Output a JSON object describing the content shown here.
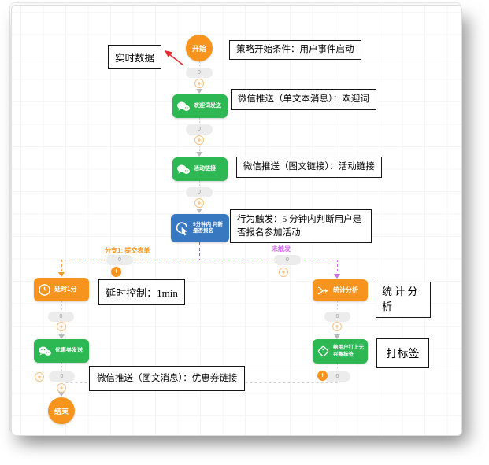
{
  "annotations": {
    "realtime": "实时数据",
    "start_condition": "策略开始条件：用户事件启动",
    "push_text": "微信推送（单文本消息）：欢迎词",
    "push_link": "微信推送（图文链接）：活动链接",
    "behavior": "行为触发：5 分钟内判断用户是否报名参加活动",
    "delay": "延时控制：1min",
    "stat": "统 计 分 析",
    "tag": "打标签",
    "push_coupon": "微信推送（图文消息）：优惠券链接"
  },
  "nodes": {
    "start": "开始",
    "welcome": "欢迎词发送",
    "activity": "活动链接",
    "judge1": "5分钟内 判断",
    "judge2": "是否报名",
    "delay": "延时1分",
    "stat": "统计分析",
    "coupon": "优惠券发送",
    "tag1": "给用户打上无",
    "tag2": "兴趣标签",
    "end": "结束"
  },
  "branches": {
    "left": "分支1: 提交表单",
    "right": "未触发"
  },
  "counts": {
    "c1": "0",
    "c2": "0",
    "c3": "0",
    "c4": "0",
    "c5": "0",
    "c6": "0",
    "c7": "0",
    "c8": "0",
    "c9": "0"
  },
  "colors": {
    "orange": "#f7941d",
    "green": "#2eb854",
    "blue": "#3878c0",
    "purple": "#cf6ee4",
    "red": "#e82c2c"
  }
}
